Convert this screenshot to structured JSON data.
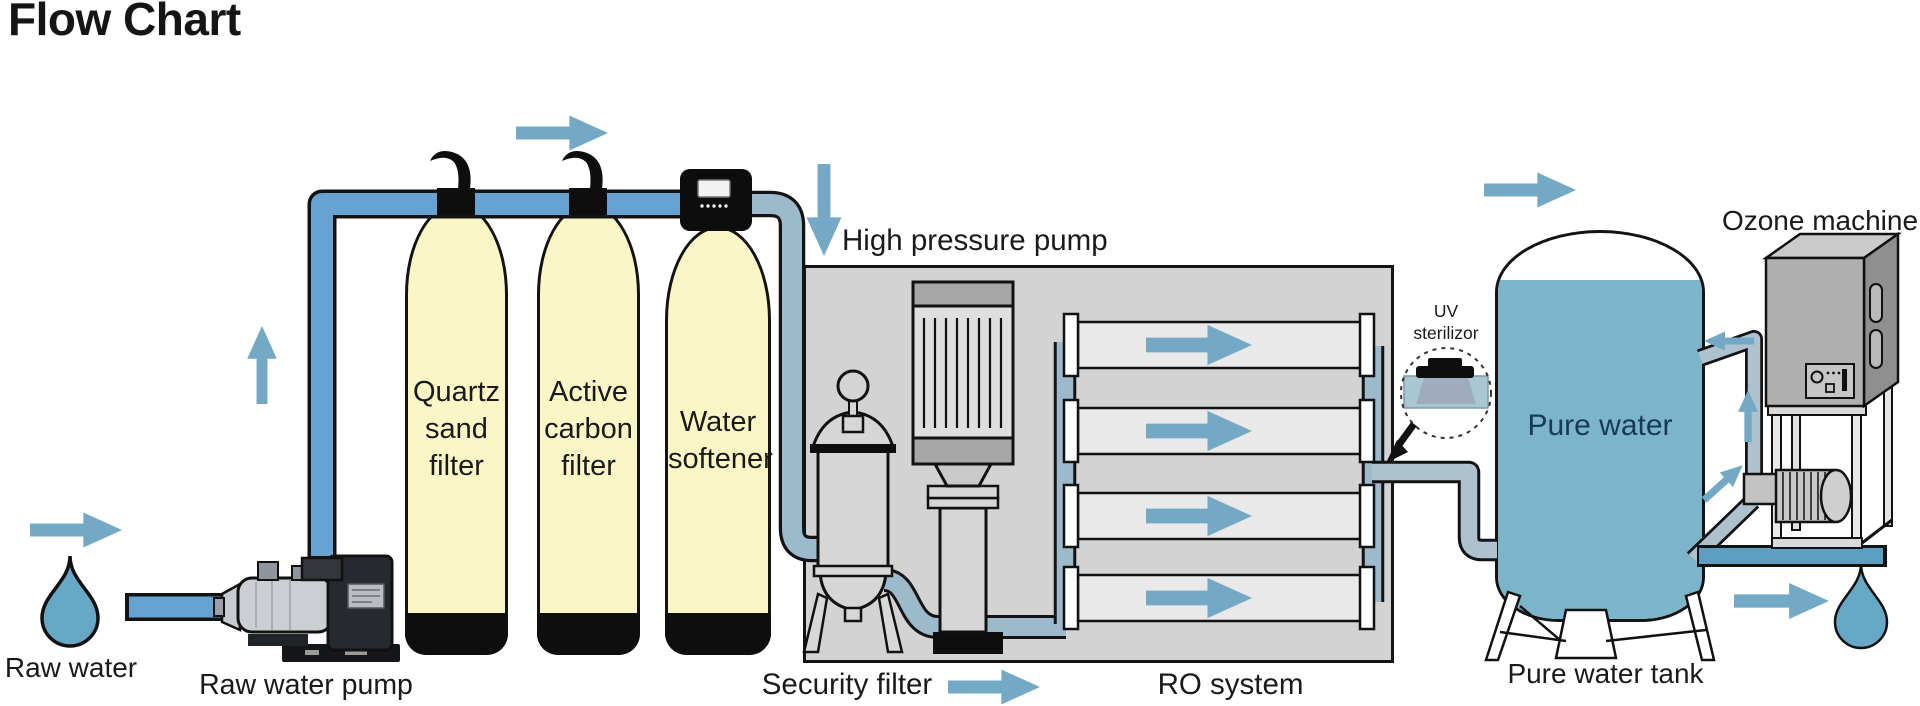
{
  "title": "Flow Chart",
  "stages": {
    "raw_water": "Raw water",
    "raw_water_pump": "Raw water pump",
    "quartz_sand_filter": "Quartz sand filter",
    "active_carbon_filter": "Active carbon filter",
    "water_softener": "Water softener",
    "high_pressure_pump": "High pressure pump",
    "security_filter": "Security filter",
    "ro_system": "RO system",
    "uv_sterilizor_line1": "UV",
    "uv_sterilizor_line2": "sterilizor",
    "pure_water": "Pure water",
    "pure_water_tank": "Pure water tank",
    "ozone_machine": "Ozone machine"
  },
  "colors": {
    "pipe_bright": "#66a3d2",
    "pipe_muted": "#9dbacc",
    "pipe_gray": "#adc2ce",
    "pipe_dark": "#5e9ec0",
    "arrow": "#73a9c4",
    "tank_fill": "#faf6c6",
    "box_fill": "#d3d3d3",
    "water": "#7cb5ca",
    "drop": "#66a8c6",
    "pure_text": "#17395a"
  }
}
